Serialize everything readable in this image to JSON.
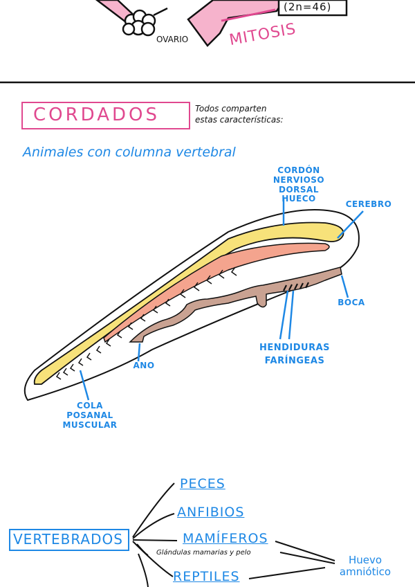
{
  "top": {
    "chromosome_label": "(2n=46)",
    "ovary_label": "OVARIO",
    "mitosis_label": "MITOSIS"
  },
  "section": {
    "title": "CORDADOS",
    "note_line1": "Todos comparten",
    "note_line2": "estas características:",
    "subtitle": "Animales con columna vertebral"
  },
  "diagram": {
    "labels": {
      "nerve_cord": [
        "CORDÓN",
        "NERVIOSO DORSAL",
        "HUECO"
      ],
      "brain": "CEREBRO",
      "mouth": "BOCA",
      "slits": [
        "HENDIDURAS",
        "FARÍNGEAS"
      ],
      "anus": "ANO",
      "tail": [
        "COLA",
        "POSANAL",
        "MUSCULAR"
      ]
    },
    "colors": {
      "nerve_cord": "#f7e27a",
      "notochord": "#f4a48e",
      "gut": "#c9a292",
      "outline": "#111111",
      "label": "#1e88e5",
      "accent": "#e0488f"
    }
  },
  "tree": {
    "root": "VERTEBRADOS",
    "branches": [
      "PECES",
      "ANFIBIOS",
      "MAMÍFEROS",
      "REPTILES"
    ],
    "mammal_note": "Glándulas mamarias y pelo",
    "egg_note": [
      "Huevo",
      "amniótico"
    ]
  }
}
